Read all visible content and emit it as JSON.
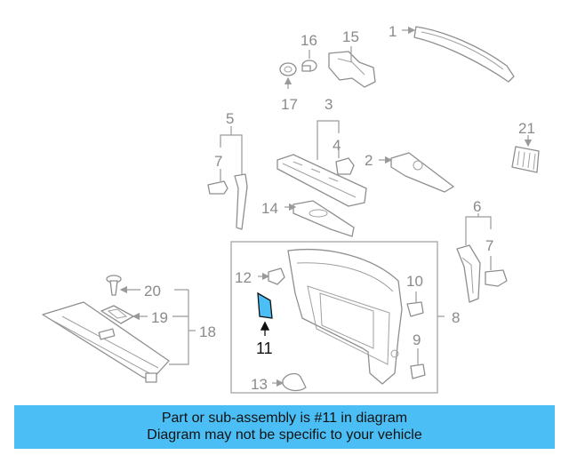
{
  "callouts": {
    "c1": "1",
    "c2": "2",
    "c3": "3",
    "c4": "4",
    "c5": "5",
    "c6": "6",
    "c7a": "7",
    "c7b": "7",
    "c8": "8",
    "c9": "9",
    "c10": "10",
    "c11": "11",
    "c12": "12",
    "c13": "13",
    "c14": "14",
    "c15": "15",
    "c16": "16",
    "c17": "17",
    "c18": "18",
    "c19": "19",
    "c20": "20",
    "c21": "21"
  },
  "highlight_color": "#4bbff5",
  "banner": {
    "line1": "Part or sub-assembly is #11 in diagram",
    "line2": "Diagram may not be specific to your vehicle",
    "color": "#4bbff5"
  }
}
